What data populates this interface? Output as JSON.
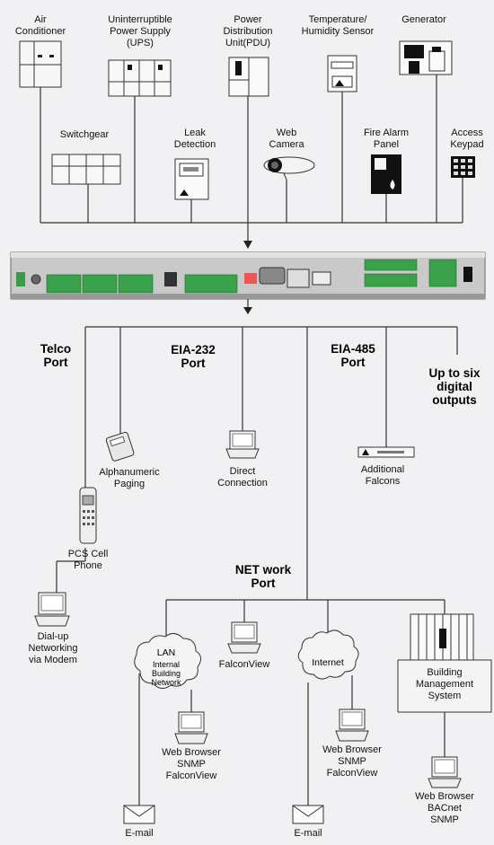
{
  "sensors_top": [
    "Air Conditioner",
    "Uninterruptible Power Supply (UPS)",
    "Power Distribution Unit(PDU)",
    "Temperature/ Humidity Sensor",
    "Generator"
  ],
  "sensors_mid": [
    "Switchgear",
    "Leak Detection",
    "Web Camera",
    "Fire Alarm Panel",
    "Access Keypad"
  ],
  "ports": {
    "telco": "Telco Port",
    "eia232": "EIA-232 Port",
    "eia485": "EIA-485 Port",
    "digital_outputs": "Up to six digital outputs",
    "network": "NET work Port"
  },
  "devices": {
    "alpha_paging": "Alphanumeric Paging",
    "direct_connection": "Direct Connection",
    "additional_falcons": "Additional Falcons",
    "pcs_phone": "PCS Cell Phone",
    "dialup": "Dial-up Networking via Modem",
    "falconview": "FalconView",
    "internet": "Internet",
    "lan": "LAN",
    "internal_network": "Internal Building Network",
    "bms": "Building Management System",
    "web_browser_1": "Web Browser SNMP FalconView",
    "web_browser_2": "Web Browser SNMP FalconView",
    "web_browser_3": "Web Browser BACnet SNMP",
    "email_1": "E-mail",
    "email_2": "E-mail"
  }
}
